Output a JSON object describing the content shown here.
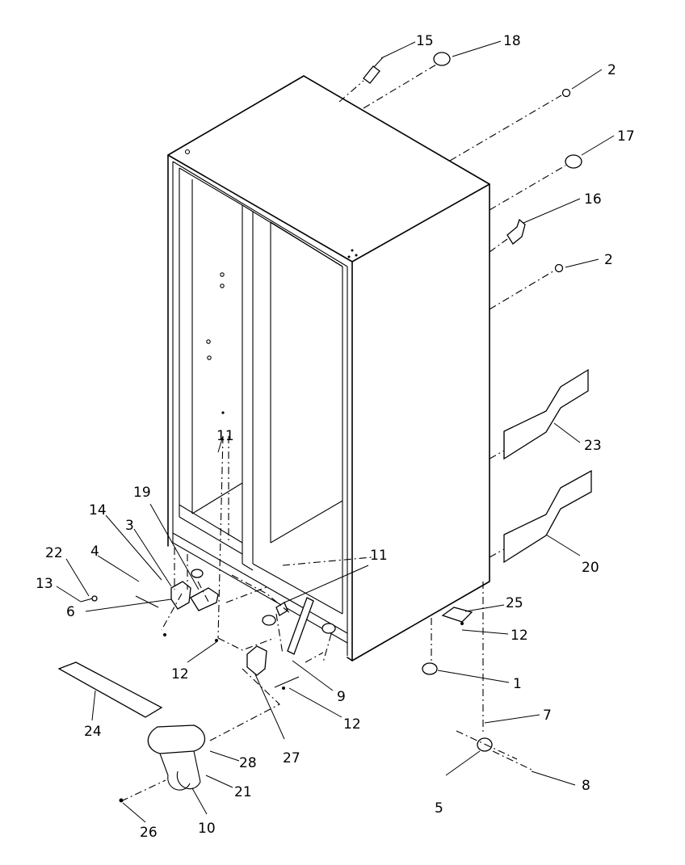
{
  "callouts": [
    {
      "id": "c15",
      "label": "15"
    },
    {
      "id": "c18",
      "label": "18"
    },
    {
      "id": "c2a",
      "label": "2"
    },
    {
      "id": "c17",
      "label": "17"
    },
    {
      "id": "c16",
      "label": "16"
    },
    {
      "id": "c2b",
      "label": "2"
    },
    {
      "id": "c23",
      "label": "23"
    },
    {
      "id": "c20",
      "label": "20"
    },
    {
      "id": "c25",
      "label": "25"
    },
    {
      "id": "c12a",
      "label": "12"
    },
    {
      "id": "c1",
      "label": "1"
    },
    {
      "id": "c7",
      "label": "7"
    },
    {
      "id": "c8",
      "label": "8"
    },
    {
      "id": "c5",
      "label": "5"
    },
    {
      "id": "c11a",
      "label": "11"
    },
    {
      "id": "c11b",
      "label": "11"
    },
    {
      "id": "c19",
      "label": "19"
    },
    {
      "id": "c14",
      "label": "14"
    },
    {
      "id": "c3",
      "label": "3"
    },
    {
      "id": "c4",
      "label": "4"
    },
    {
      "id": "c22",
      "label": "22"
    },
    {
      "id": "c13",
      "label": "13"
    },
    {
      "id": "c6",
      "label": "6"
    },
    {
      "id": "c12b",
      "label": "12"
    },
    {
      "id": "c9",
      "label": "9"
    },
    {
      "id": "c12c",
      "label": "12"
    },
    {
      "id": "c27",
      "label": "27"
    },
    {
      "id": "c24",
      "label": "24"
    },
    {
      "id": "c28",
      "label": "28"
    },
    {
      "id": "c21",
      "label": "21"
    },
    {
      "id": "c10",
      "label": "10"
    },
    {
      "id": "c26",
      "label": "26"
    }
  ]
}
